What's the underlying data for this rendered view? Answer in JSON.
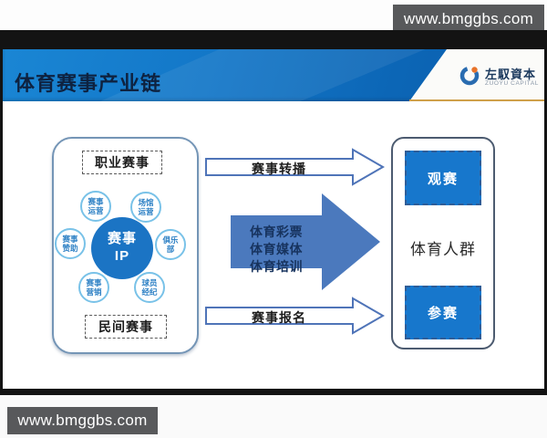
{
  "watermark_top": "www.bmggbs.com",
  "watermark_bottom": "www.bmggbs.com",
  "slide": {
    "title": "体育赛事产业链",
    "logo": {
      "name": "左馭資本",
      "subtitle": "ZUOYU CAPITAL"
    },
    "left_panel": {
      "top_label": "职业赛事",
      "bottom_label": "民间赛事",
      "center": {
        "line1": "赛事",
        "line2": "IP"
      },
      "satellites": [
        "赛事运营",
        "场馆运营",
        "赛事赞助",
        "俱乐部",
        "赛事营销",
        "球员经纪"
      ]
    },
    "flows": {
      "top_arrow": "赛事转播",
      "bottom_arrow": "赛事报名",
      "big_arrow": [
        "体育彩票",
        "体育媒体",
        "体育培训"
      ]
    },
    "right_panel": {
      "top_box": "观赛",
      "center_label": "体育人群",
      "bottom_box": "参赛"
    },
    "colors": {
      "header_blue": "#0e6cbd",
      "accent_gold": "#cfa04a",
      "primary_blue": "#1b74c4",
      "arrow_blue": "#4b79bd",
      "watermark_gray": "#58595b"
    }
  }
}
